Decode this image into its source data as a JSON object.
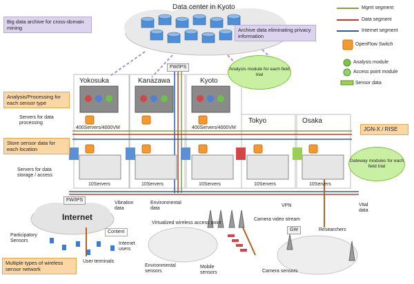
{
  "title": "Data center in Kyoto",
  "legend": {
    "mgmt": "Mgmt segment",
    "data": "Data segment",
    "internet": "Internet segment",
    "openflow": "OpenFlow Switch",
    "analysis": "Analysis module",
    "access": "Access point module",
    "sensor": "Sensor data",
    "colors": {
      "mgmt": "#7aa33a",
      "data": "#c0392b",
      "internet": "#2c5aa0",
      "openflow": "#f29a2e",
      "analysis": "#7cc34a",
      "access": "#8fd16a",
      "sensor": "#9bcf53"
    }
  },
  "notes": {
    "big_data": "Big data archive for cross-domain mining",
    "archive_privacy": "Archive data eliminating privacy information",
    "analysis_processing": "Analysis/Processing for each sensor type",
    "store_sensor": "Store sensor data for each location",
    "multiple_types": "Multiple types of wireless sensor network",
    "jgn": "JGN-X / RISE"
  },
  "callouts": {
    "analysis_module": "Analysis module for each field trial",
    "gateway": "Gateway modules for each field trial"
  },
  "labels": {
    "fw_ips_top": "FW/IPS",
    "fw_ips_left": "FW/IPS",
    "servers_processing": "Servers for data processing",
    "servers_storage": "Servers for data storage / access",
    "vm_1": "400Servers/4000VM",
    "vm_2": "400Servers/4000VM",
    "servers_10_a": "10Servers",
    "servers_10_b": "10Servers",
    "servers_10_c": "10Servers",
    "servers_10_d": "10Servers",
    "servers_10_e": "10Servers",
    "internet": "Internet",
    "participatory": "Participatory Sensors",
    "content": "Content",
    "internet_users": "Internet users",
    "user_terminals": "User terminals",
    "vibration": "Vibration data",
    "environmental_data": "Environmental data",
    "virtualized_ap": "Virtualized wireless access point",
    "vpn": "VPN",
    "camera_stream": "Camera video stream",
    "researchers": "Researchers",
    "vital": "Vital data",
    "gw": "GW",
    "environmental_sensors": "Environmental sensors",
    "mobile_sensors": "Mobile sensors",
    "camera_sensors": "Camera sensors"
  },
  "cities": [
    "Yokosuka",
    "Kanazawa",
    "Kyoto",
    "Tokyo",
    "Osaka"
  ]
}
